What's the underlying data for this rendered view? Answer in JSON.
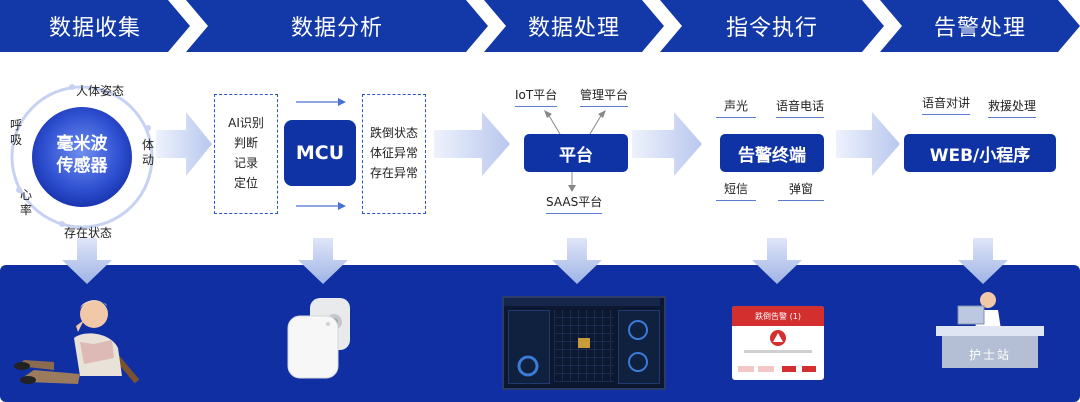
{
  "stages": [
    "数据收集",
    "数据分析",
    "数据处理",
    "指令执行",
    "告警处理"
  ],
  "sensor": {
    "title_line1": "毫米波",
    "title_line2": "传感器",
    "labels": {
      "top": "人体姿态",
      "left": "呼吸",
      "right": "体动",
      "bottom_left": "心率",
      "bottom": "存在状态"
    }
  },
  "analysis": {
    "ai_items": [
      "AI识别",
      "判断",
      "记录",
      "定位"
    ],
    "mcu": "MCU",
    "outputs": [
      "跌倒状态",
      "体征异常",
      "存在异常"
    ]
  },
  "platform": {
    "title": "平台",
    "labels": [
      "IoT平台",
      "管理平台",
      "SAAS平台"
    ]
  },
  "terminal": {
    "title": "告警终端",
    "labels": [
      "声光",
      "语音电话",
      "短信",
      "弹窗"
    ]
  },
  "web": {
    "title": "WEB/小程序",
    "labels": [
      "语音对讲",
      "救援处理"
    ]
  },
  "illustrations": {
    "alarm_popup_title": "跌倒告警 (1)",
    "nurse_station": "护士站"
  },
  "colors": {
    "primary": "#1339a8",
    "band": "#0f2fa3",
    "alarm": "#d32f2f"
  }
}
